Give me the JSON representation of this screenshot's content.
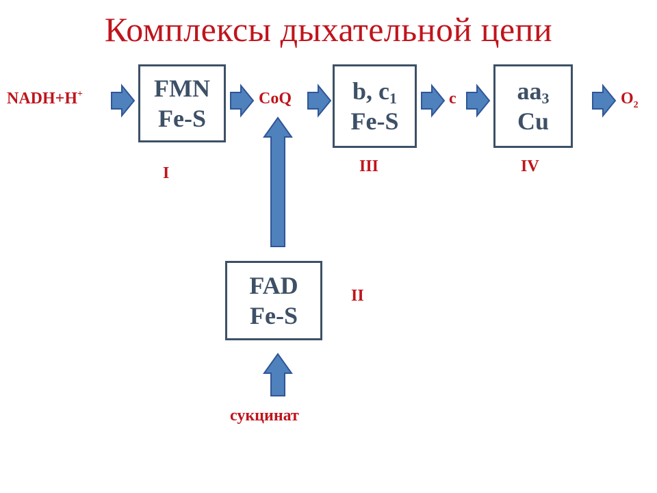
{
  "title": "Комплексы дыхательной цепи",
  "colors": {
    "title": "#c0141c",
    "box_border": "#3d5066",
    "arrow_fill": "#4f81bd",
    "arrow_stroke": "#2f5597"
  },
  "labels": {
    "nadh": "NADH+H",
    "nadh_sup": "+",
    "coq": "CoQ",
    "c": "c",
    "o2": "O",
    "o2_sub": "2",
    "succinate": "сукцинат"
  },
  "complexes": {
    "I": {
      "roman": "I",
      "line1": "FMN",
      "line2": "Fe-S"
    },
    "II": {
      "roman": "II",
      "line1": "FAD",
      "line2": "Fe-S"
    },
    "III": {
      "roman": "III",
      "line1_main": "b, c",
      "line1_sub": "1",
      "line2": "Fe-S"
    },
    "IV": {
      "roman": "IV",
      "line1_main": "aa",
      "line1_sub": "3",
      "line2": "Cu"
    }
  }
}
